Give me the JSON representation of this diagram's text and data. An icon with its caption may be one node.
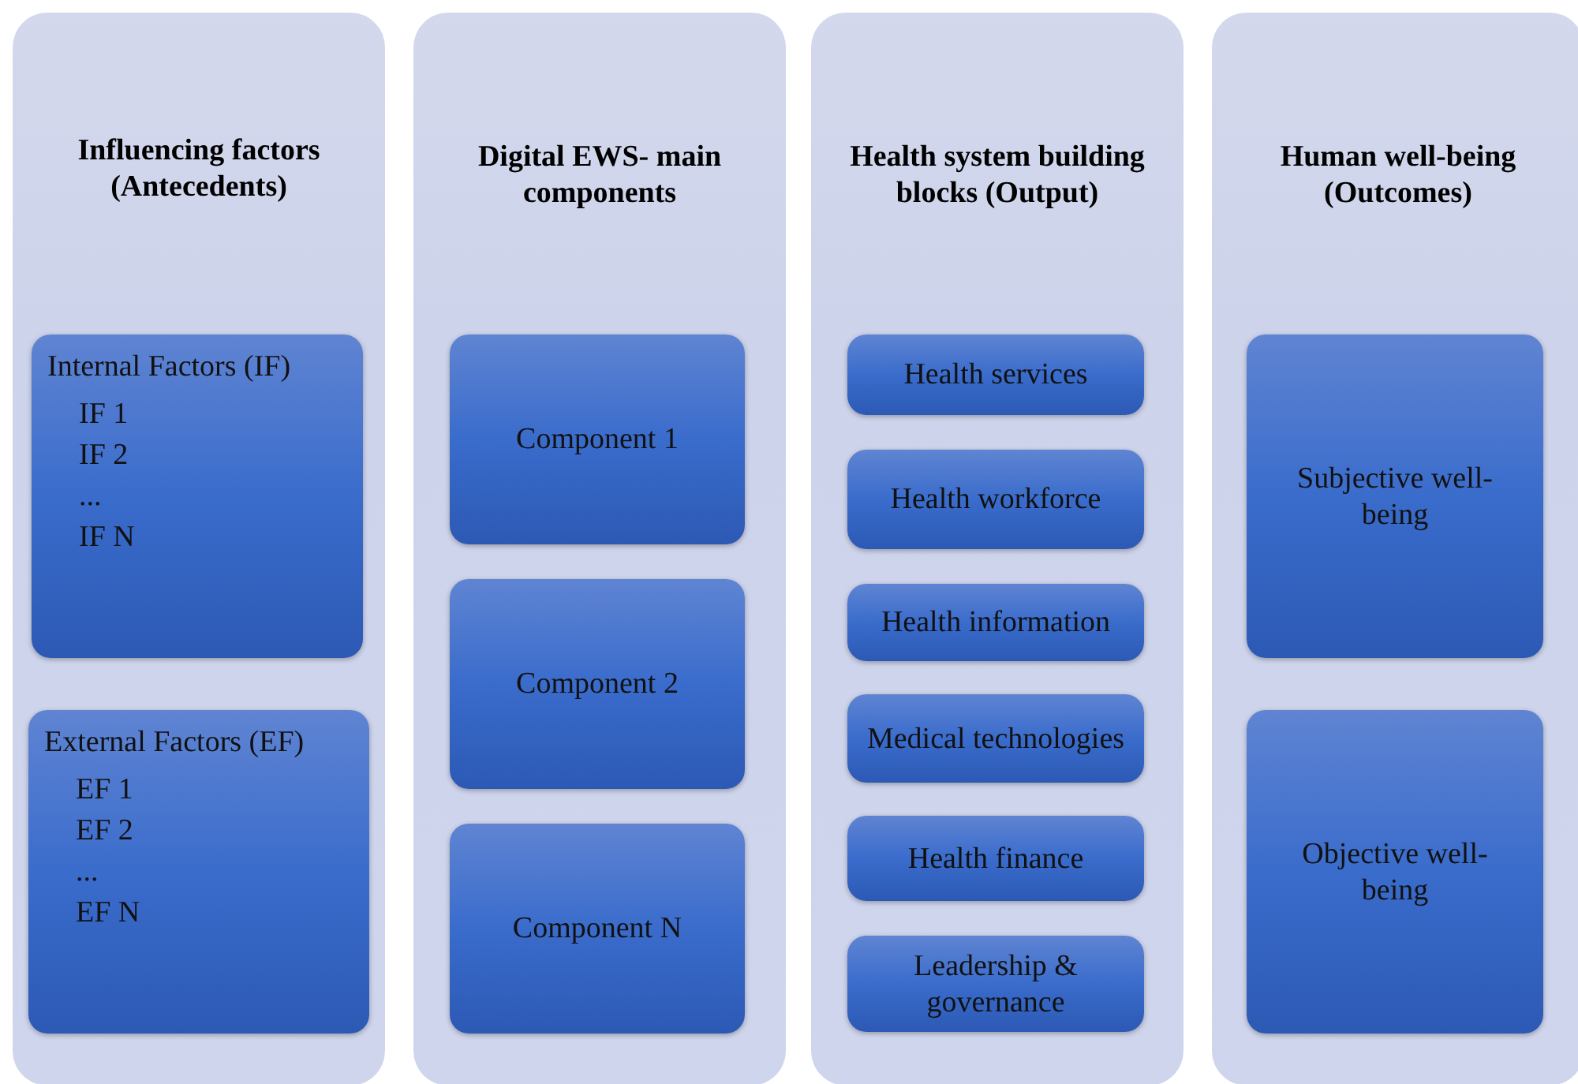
{
  "diagram": {
    "nodes": [
      {
        "text": [
          "Influencing factors (Antecedents)"
        ]
      },
      {
        "text": [
          "Internal Factors (IF)",
          "IF 1",
          "IF 2",
          "...",
          "IF N"
        ],
        "in": 0
      },
      {
        "text": [
          "External Factors (EF)",
          "EF 1",
          "EF 2",
          "...",
          "EF N"
        ],
        "in": 0
      },
      {
        "text": [
          "Digital EWS- main components"
        ]
      },
      {
        "text": [
          "Component 1"
        ],
        "in": 3
      },
      {
        "text": [
          "Component 2"
        ],
        "in": 3
      },
      {
        "text": [
          "Component N"
        ],
        "in": 3
      },
      {
        "text": [
          "Health system building blocks (Output)"
        ]
      },
      {
        "text": [
          "Health services"
        ],
        "in": 7
      },
      {
        "text": [
          "Health workforce"
        ],
        "in": 7
      },
      {
        "text": [
          "Health information"
        ],
        "in": 7
      },
      {
        "text": [
          "Medical technologies"
        ],
        "in": 7
      },
      {
        "text": [
          "Health finance"
        ],
        "in": 7
      },
      {
        "text": [
          "Leadership & governance"
        ],
        "in": 7
      },
      {
        "text": [
          "Human well-being (Outcomes)"
        ]
      },
      {
        "text": [
          "Subjective well-being"
        ],
        "in": 14
      },
      {
        "text": [
          "Objective well-being"
        ],
        "in": 14
      }
    ],
    "edges": []
  }
}
